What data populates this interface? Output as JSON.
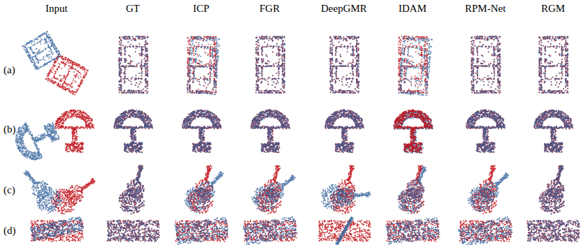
{
  "diagram": {
    "labels": [
      "Input",
      "GT",
      "ICP",
      "FGR",
      "DeepGMR",
      "IDAM",
      "RPM-Net",
      "RGM",
      "(a)",
      "(b)",
      "(c)",
      "(d)"
    ]
  }
}
